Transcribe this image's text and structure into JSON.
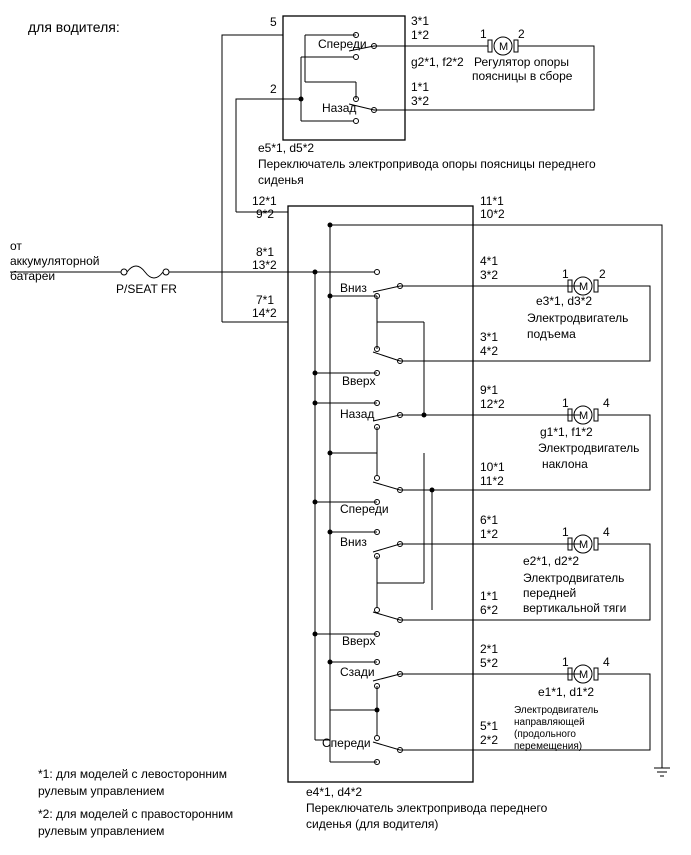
{
  "header": {
    "title": "для водителя:"
  },
  "battery": {
    "line1": "от",
    "line2": "аккумуляторной",
    "line3": "батареи",
    "fuse": "P/SEAT FR"
  },
  "lumbar_switch": {
    "pins": {
      "top_left": "5",
      "top_right_1": "3*1",
      "top_right_2": "1*2",
      "mid_left": "2",
      "mid_right_1": "1*1",
      "mid_right_2": "3*2"
    },
    "forward": "Спереди",
    "back": "Назад",
    "code": "e5*1, d5*2",
    "name_line1": "Переключатель электропривода опоры поясницы переднего",
    "name_line2": "сиденья"
  },
  "lumbar_motor": {
    "pin1": "1",
    "pin2": "2",
    "m": "M",
    "code": "g2*1, f2*2",
    "name_line1": "Регулятор опоры",
    "name_line2": "поясницы в сборе"
  },
  "seat_switch": {
    "pins_left": {
      "a1": "12*1",
      "a2": "9*2",
      "b1": "8*1",
      "b2": "13*2",
      "c1": "7*1",
      "c2": "14*2"
    },
    "pins_right": {
      "gnd1": "11*1",
      "gnd2": "10*2",
      "p1a": "4*1",
      "p1b": "3*2",
      "p2a": "3*1",
      "p2b": "4*2",
      "p3a": "9*1",
      "p3b": "12*2",
      "p4a": "10*1",
      "p4b": "11*2",
      "p5a": "6*1",
      "p5b": "1*2",
      "p6a": "1*1",
      "p6b": "6*2",
      "p7a": "2*1",
      "p7b": "5*2",
      "p8a": "5*1",
      "p8b": "2*2"
    },
    "labels": {
      "down1": "Вниз",
      "up1": "Вверх",
      "back": "Назад",
      "forward1": "Спереди",
      "down2": "Вниз",
      "up2": "Вверх",
      "rear": "Сзади",
      "forward2": "Спереди"
    },
    "code": "e4*1, d4*2",
    "name_line1": "Переключатель электропривода переднего",
    "name_line2": "сиденья (для водителя)"
  },
  "motors": [
    {
      "pin_l": "1",
      "pin_r": "2",
      "m": "M",
      "code": "e3*1, d3*2",
      "lines": [
        "Электродвигатель",
        "подъема"
      ]
    },
    {
      "pin_l": "1",
      "pin_r": "4",
      "m": "M",
      "code": "g1*1, f1*2",
      "lines": [
        "Электродвигатель",
        "наклона"
      ]
    },
    {
      "pin_l": "1",
      "pin_r": "4",
      "m": "M",
      "code": "e2*1, d2*2",
      "lines": [
        "Электродвигатель",
        "передней",
        "вертикальной тяги"
      ]
    },
    {
      "pin_l": "1",
      "pin_r": "4",
      "m": "M",
      "code": "e1*1, d1*2",
      "lines": [
        "Электродвигатель",
        "направляющей",
        "(продольного",
        "перемещения)"
      ]
    }
  ],
  "notes": {
    "n1_line1": "*1: для моделей с левосторонним",
    "n1_line2": "рулевым управлением",
    "n2_line1": "*2: для моделей с правосторонним",
    "n2_line2": "рулевым управлением"
  }
}
